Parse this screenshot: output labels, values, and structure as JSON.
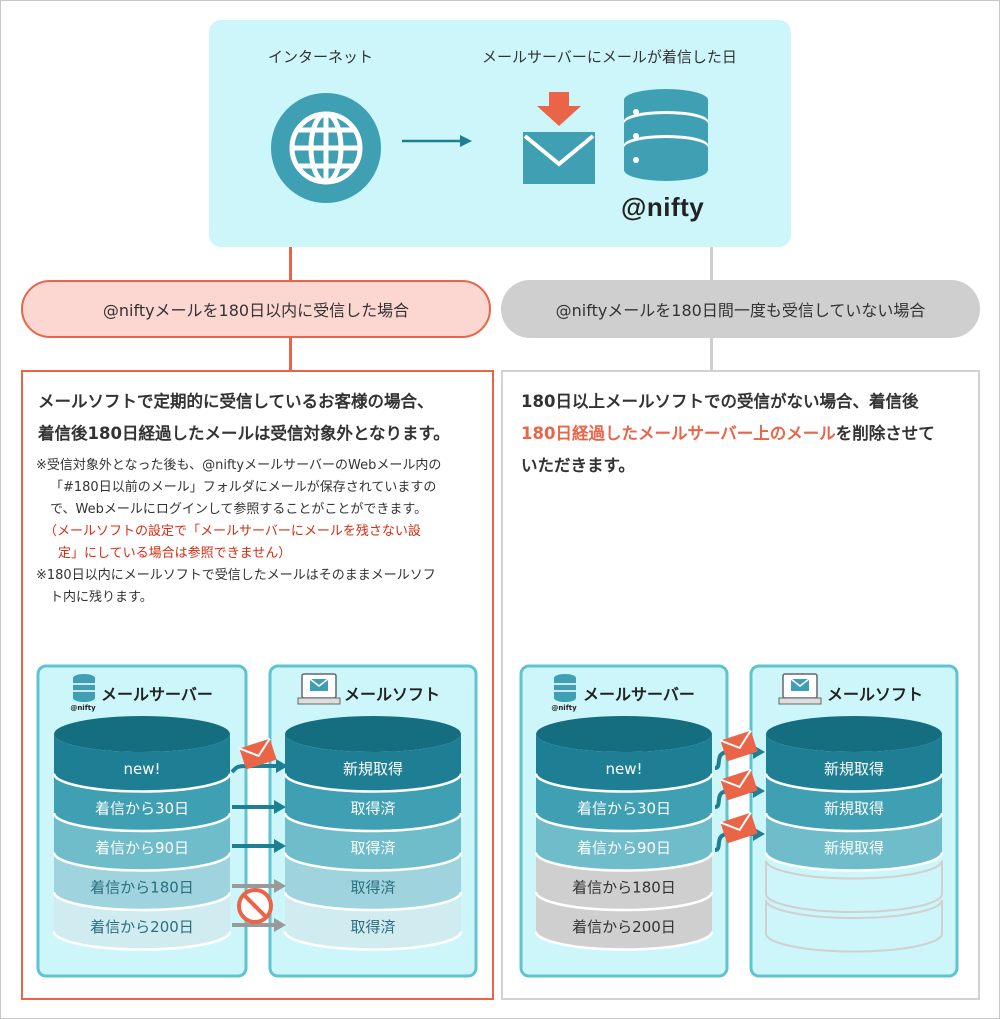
{
  "header": {
    "internet_label": "インターネット",
    "server_label": "メールサーバーにメールが着信した日",
    "brand": "@nifty"
  },
  "branches": {
    "left_label": "@niftyメールを180日以内に受信した場合",
    "right_label": "@niftyメールを180日間一度も受信していない場合"
  },
  "left_panel": {
    "lead_line1": "メールソフトで定期的に受信しているお客様の場合、",
    "lead_line2": "着信後180日経過したメールは受信対象外となります。",
    "note1_line1": "※受信対象外となった後も、@niftyメールサーバーのWebメール内の",
    "note1_line2": "「#180日以前のメール」フォルダにメールが保存されていますの",
    "note1_line3": "で、Webメールにログインして参照することがことができます。",
    "note1_red_line1": "（メールソフトの設定で「メールサーバーにメールを残さない設",
    "note1_red_line2": "定」にしている場合は参照できません）",
    "note2_line1": "※180日以内にメールソフトで受信したメールはそのままメールソフ",
    "note2_line2": "ト内に残ります。",
    "server_title": "メールサーバー",
    "client_title": "メールソフト",
    "server_layers": [
      "new!",
      "着信から30日",
      "着信から90日",
      "着信から180日",
      "着信から200日"
    ],
    "client_layers": [
      "新規取得",
      "取得済",
      "取得済",
      "取得済",
      "取得済"
    ]
  },
  "right_panel": {
    "lead_line1": "180日以上メールソフトでの受信がない場合、着信後",
    "lead_accent": "180日経過したメールサーバー上のメール",
    "lead_line2_rest": "を削除させて",
    "lead_line3": "いただきます。",
    "server_title": "メールサーバー",
    "client_title": "メールソフト",
    "server_layers": [
      "new!",
      "着信から30日",
      "着信から90日",
      "着信から180日",
      "着信から200日"
    ],
    "client_layers": [
      "新規取得",
      "新規取得",
      "新規取得"
    ]
  },
  "colors": {
    "teal_dark": "#1e7f94",
    "teal": "#3f9fb3",
    "teal_light": "#cdf6fa",
    "orange": "#ea6448",
    "gray": "#cfcfcf"
  },
  "icons": {
    "globe": "globe-icon",
    "mail_download": "mail-download-icon",
    "server": "server-icon",
    "laptop_mail": "laptop-mail-icon",
    "envelope": "envelope-icon",
    "no_entry": "no-entry-icon"
  }
}
